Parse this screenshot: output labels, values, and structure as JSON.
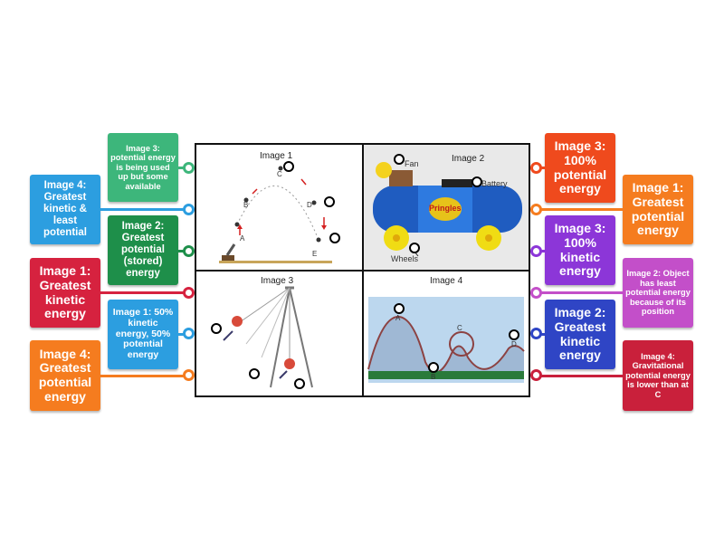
{
  "colors": {
    "green": "#3db67b",
    "blue": "#2c9ee0",
    "darkgreen": "#1e8f4a",
    "red": "#d6223f",
    "orange": "#f57c1f",
    "redorange": "#ef4a1d",
    "purple": "#8c36d8",
    "magenta": "#c34fc9",
    "navy": "#2f45c5",
    "crimson": "#c9203b"
  },
  "panels": {
    "image1": {
      "title": "Image 1",
      "points": [
        "A",
        "B",
        "C",
        "D",
        "E"
      ]
    },
    "image2": {
      "title": "Image 2",
      "tags": [
        "Fan",
        "Battery",
        "Wheels"
      ],
      "can_text": "Pringles"
    },
    "image3": {
      "title": "Image 3"
    },
    "image4": {
      "title": "Image 4",
      "points": [
        "A",
        "B",
        "C",
        "D"
      ]
    }
  },
  "left_labels": [
    {
      "text": "Image 3: potential energy is being used up but some available",
      "color": "green"
    },
    {
      "text": "Image 4: Greatest kinetic & least potential",
      "color": "blue"
    },
    {
      "text": "Image 2: Greatest potential (stored) energy",
      "color": "darkgreen"
    },
    {
      "text": "Image 1: Greatest kinetic energy",
      "color": "red"
    },
    {
      "text": "Image 1: 50% kinetic energy, 50% potential energy",
      "color": "blue"
    },
    {
      "text": "Image 4: Greatest potential energy",
      "color": "orange"
    }
  ],
  "right_labels": [
    {
      "text": "Image 3: 100% potential energy",
      "color": "redorange"
    },
    {
      "text": "Image 1: Greatest potential energy",
      "color": "orange"
    },
    {
      "text": "Image 3: 100% kinetic energy",
      "color": "purple"
    },
    {
      "text": "Image 2: Object has least potential energy because of its position",
      "color": "magenta"
    },
    {
      "text": "Image 2: Greatest kinetic energy",
      "color": "navy"
    },
    {
      "text": "Image 4: Gravitational potential energy is lower than at C",
      "color": "crimson"
    }
  ]
}
